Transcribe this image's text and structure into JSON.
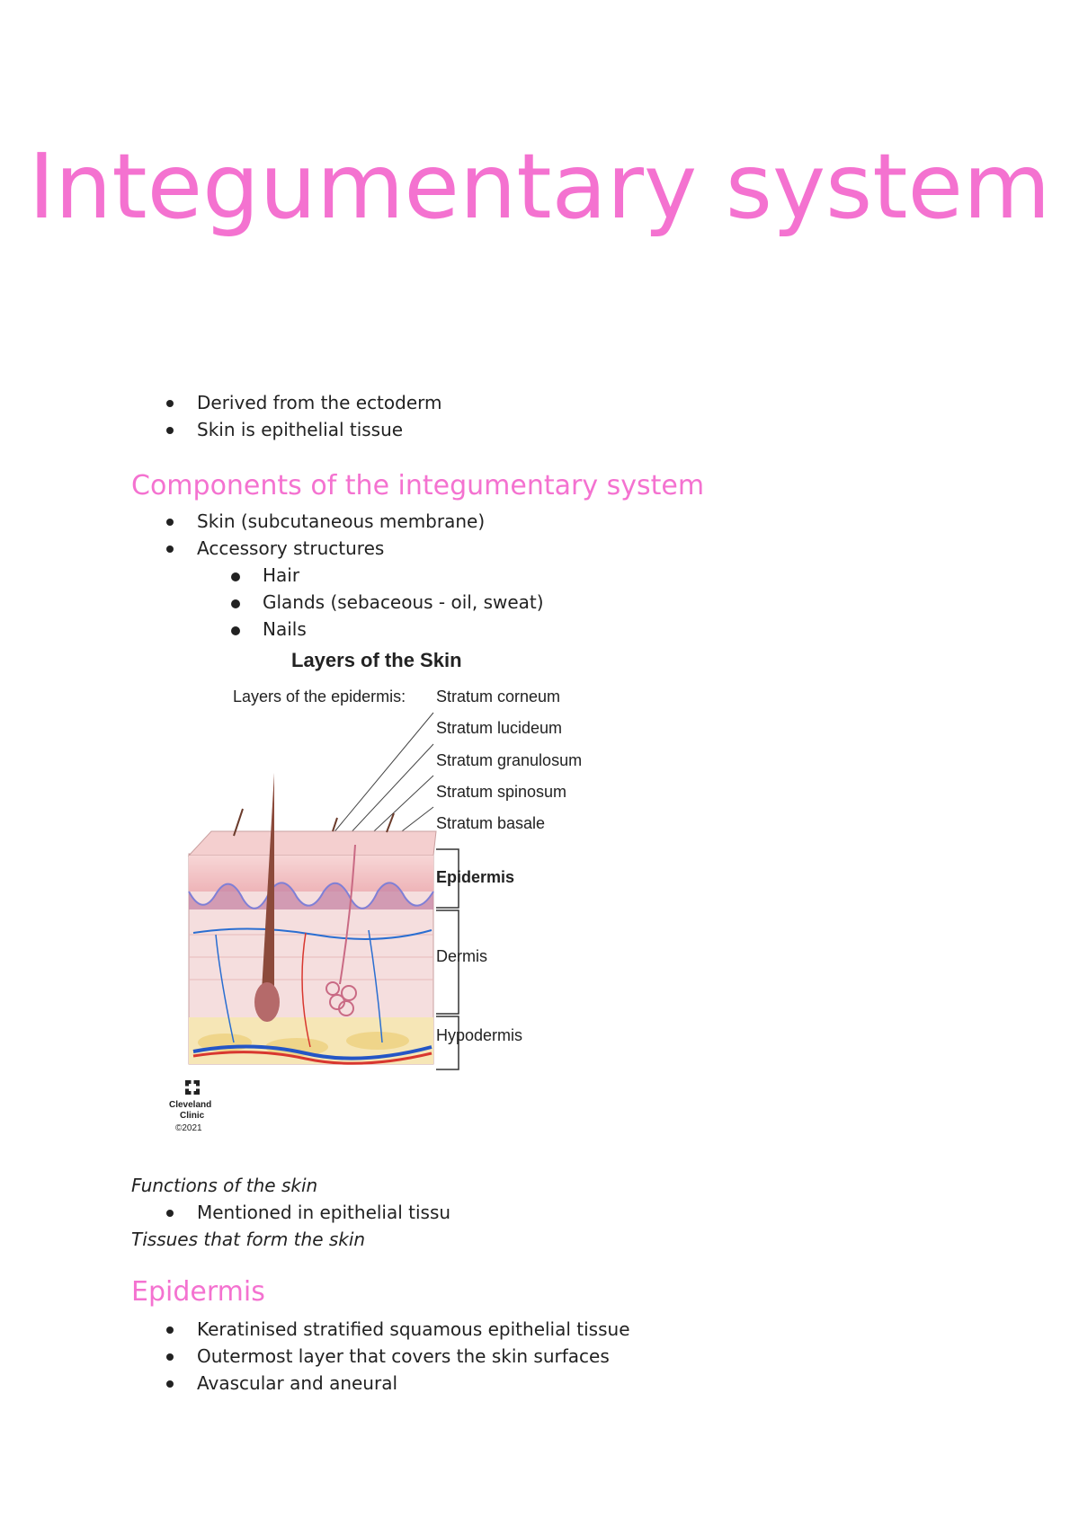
{
  "title": "Integumentary system",
  "intro_bullets": [
    "Derived from the ectoderm",
    "Skin is epithelial tissue"
  ],
  "components": {
    "heading": "Components of the integumentary system",
    "items": [
      {
        "text": "Skin (subcutaneous membrane)",
        "level": 1
      },
      {
        "text": "Accessory structures",
        "level": 1
      },
      {
        "text": "Hair",
        "level": 2
      },
      {
        "text": "Glands (sebaceous - oil, sweat)",
        "level": 2
      },
      {
        "text": "Nails",
        "level": 2
      }
    ]
  },
  "figure": {
    "title": "Layers of the Skin",
    "epidermis_prefix": "Layers of the epidermis:",
    "epidermis_layers": [
      "Stratum corneum",
      "Stratum lucideum",
      "Stratum granulosum",
      "Stratum spinosum",
      "Stratum basale"
    ],
    "regions": [
      "Epidermis",
      "Dermis",
      "Hypodermis"
    ],
    "logo_line1": "Cleveland",
    "logo_line2": "Clinic",
    "copyright": "©2021"
  },
  "functions": {
    "label": "Functions of the skin",
    "bullets": [
      "Mentioned in epithelial tissu"
    ]
  },
  "tissues_label": "Tissues that form the skin",
  "epidermis": {
    "heading": "Epidermis",
    "bullets": [
      "Keratinised stratified squamous epithelial tissue",
      "Outermost layer that covers the skin surfaces",
      "Avascular and aneural"
    ]
  },
  "colors": {
    "heading_pink": "#f472d0",
    "text": "#222222"
  }
}
